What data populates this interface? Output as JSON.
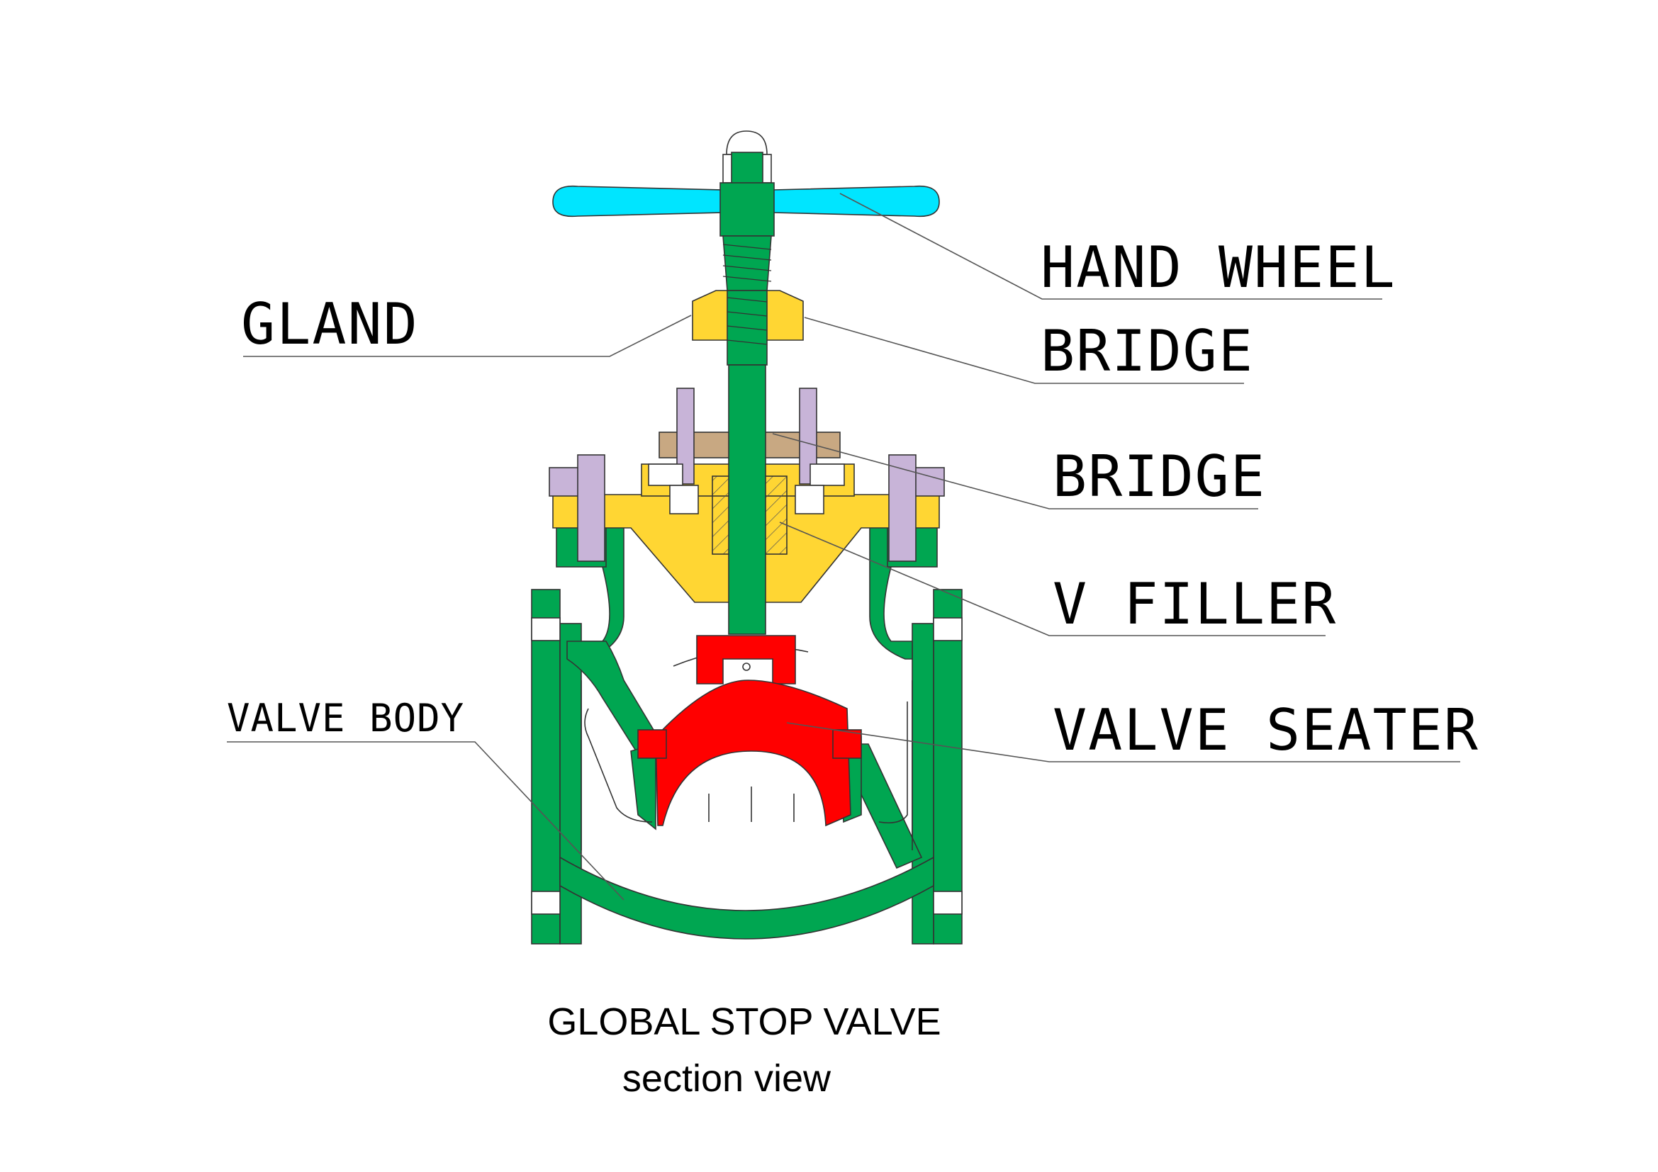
{
  "labels": {
    "hand_wheel": "HAND WHEEL",
    "gland": "GLAND",
    "bridge_1": "BRIDGE",
    "bridge_2": "BRIDGE",
    "v_filler": "V FILLER",
    "valve_body": "VALVE BODY",
    "valve_seater": "VALVE SEATER"
  },
  "caption": {
    "line1": "GLOBAL STOP VALVE",
    "line2": "section view"
  },
  "colors": {
    "body": "#00A651",
    "hand_wheel": "#00E5FF",
    "gland_bonnet": "#FFD633",
    "bridge_plate": "#C8A882",
    "bolts": "#C8B4D8",
    "seat_disc": "#FF0000",
    "outline": "#333333"
  }
}
